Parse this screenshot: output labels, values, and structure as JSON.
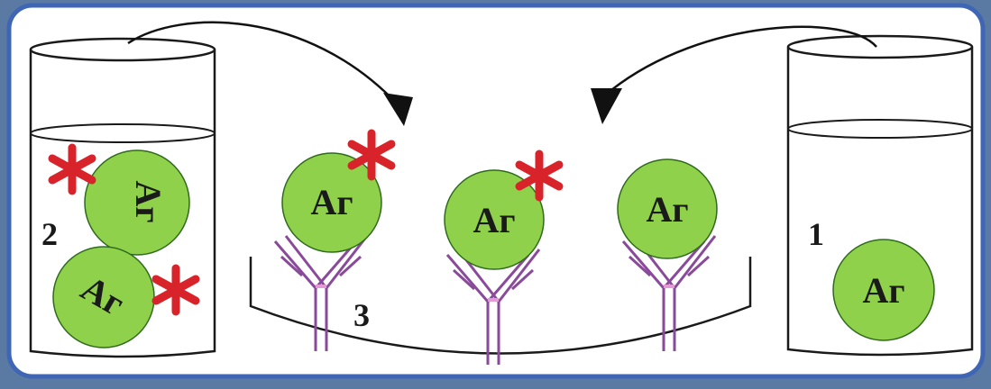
{
  "colors": {
    "panel_bg": "#ffffff",
    "panel_border": "#3f66b4",
    "outer_bg": "#5b7aa3",
    "antigen_fill": "#8fd14a",
    "antigen_stroke": "#2f6a1e",
    "label_mark": "#d8232a",
    "antibody": "#8a4a9a",
    "ink": "#1a1a1a"
  },
  "icons": {
    "label_mark": "red-asterisk-label",
    "antibody": "y-shaped-antibody"
  },
  "diagram": {
    "antigen_text": "Аг",
    "labels": {
      "beaker_1": "1",
      "beaker_2": "2",
      "plate_3": "3"
    }
  }
}
